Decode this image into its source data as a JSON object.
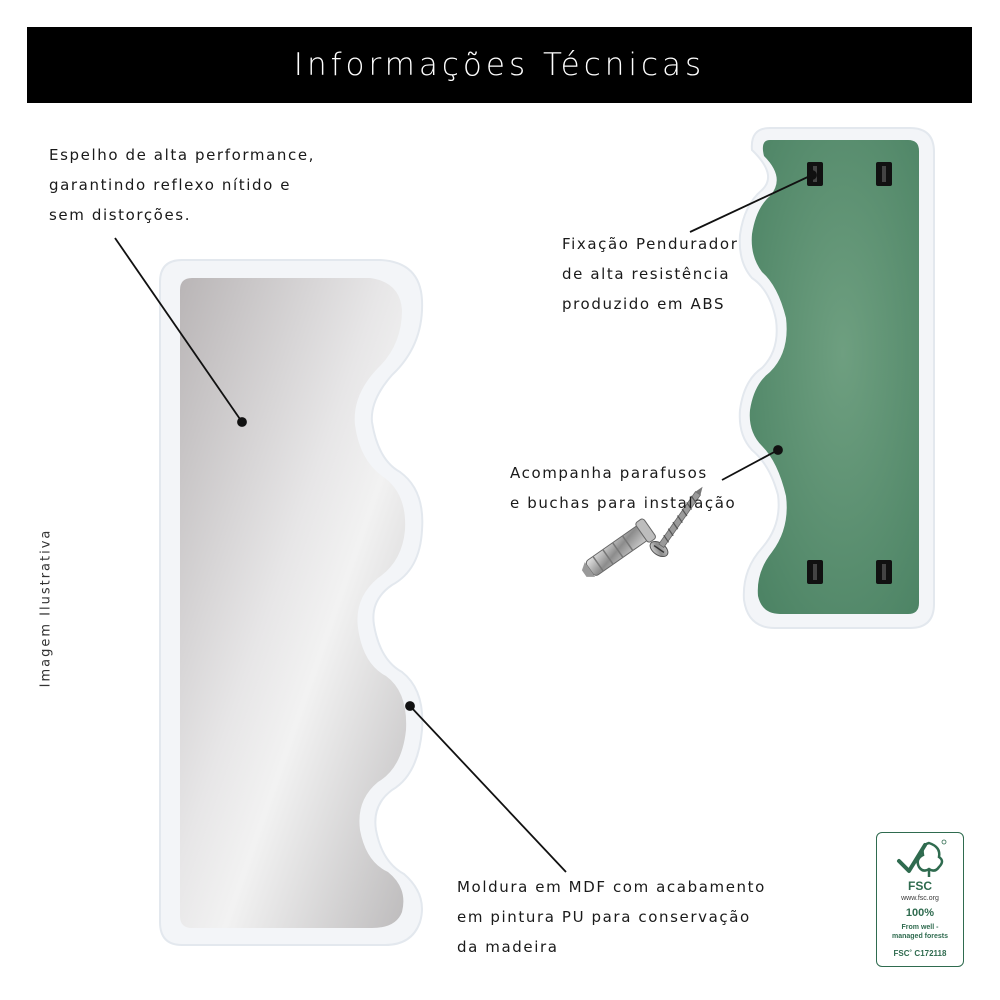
{
  "header": {
    "title": "Informações Técnicas"
  },
  "annotations": {
    "mirror": [
      "Espelho de alta performance,",
      "garantindo reflexo nítido e",
      "sem distorções."
    ],
    "hanger": [
      "Fixação Pendurador",
      "de alta resistência",
      "produzido em ABS"
    ],
    "screws": [
      "Acompanha parafusos",
      "e buchas para instalação"
    ],
    "frame": [
      "Moldura em MDF com acabamento",
      "em pintura PU para conservação",
      "da madeira"
    ]
  },
  "side_label": "Imagem Ilustrativa",
  "fsc": {
    "name": "FSC",
    "url": "www.fsc.org",
    "percent": "100%",
    "desc": [
      "From well -",
      "managed forests"
    ],
    "code": "FSC˚ C172118"
  },
  "colors": {
    "header_bg": "#000000",
    "back_panel": "#5a8f72",
    "frame": "#f4f6f8",
    "fsc_green": "#2f6b4f"
  },
  "icons": [
    "screw-icon",
    "wall-plug-icon",
    "hanger-bracket-icon",
    "tree-check-icon"
  ]
}
